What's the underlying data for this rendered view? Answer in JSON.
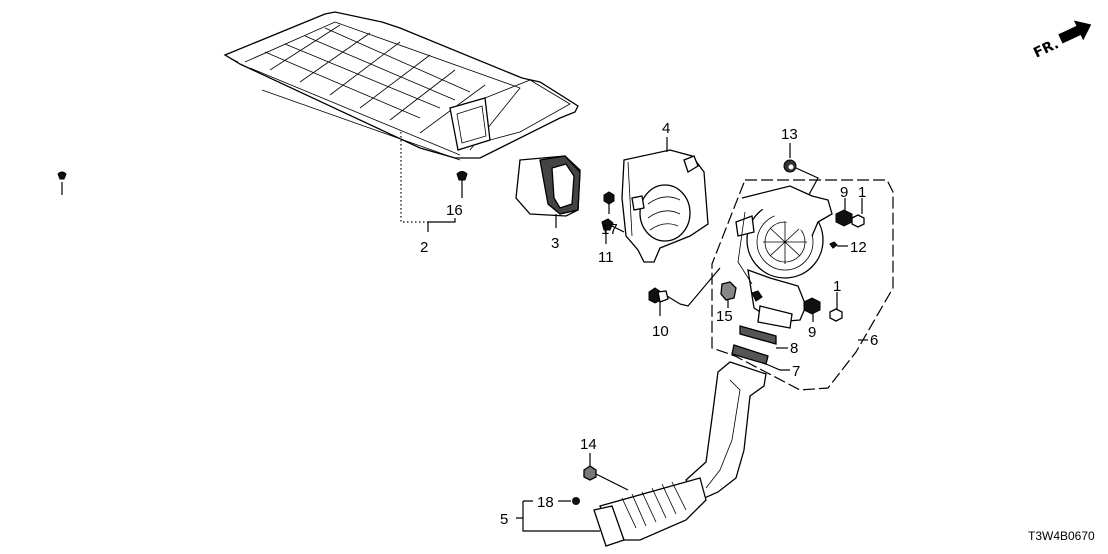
{
  "diagram": {
    "type": "exploded-parts-diagram",
    "diagram_code": "T3W4B0670",
    "front_indicator": "FR.",
    "parts": [
      {
        "ref": "1",
        "callouts": 2
      },
      {
        "ref": "2",
        "callouts": 1
      },
      {
        "ref": "3",
        "callouts": 1
      },
      {
        "ref": "4",
        "callouts": 1
      },
      {
        "ref": "5",
        "callouts": 1
      },
      {
        "ref": "6",
        "callouts": 1
      },
      {
        "ref": "7",
        "callouts": 1
      },
      {
        "ref": "8",
        "callouts": 1
      },
      {
        "ref": "9",
        "callouts": 2
      },
      {
        "ref": "10",
        "callouts": 1
      },
      {
        "ref": "11",
        "callouts": 1
      },
      {
        "ref": "12",
        "callouts": 1
      },
      {
        "ref": "13",
        "callouts": 1
      },
      {
        "ref": "14",
        "callouts": 1
      },
      {
        "ref": "15",
        "callouts": 1
      },
      {
        "ref": "16",
        "callouts": 1
      },
      {
        "ref": "17",
        "callouts": 1
      },
      {
        "ref": "18",
        "callouts": 1
      }
    ],
    "labels": {
      "p1a": "1",
      "p1b": "1",
      "p2": "2",
      "p3": "3",
      "p4": "4",
      "p5": "5",
      "p6": "6",
      "p7": "7",
      "p8": "8",
      "p9a": "9",
      "p9b": "9",
      "p10": "10",
      "p11": "11",
      "p12": "12",
      "p13": "13",
      "p14": "14",
      "p15": "15",
      "p16": "16",
      "p17": "17",
      "p18": "18"
    }
  }
}
